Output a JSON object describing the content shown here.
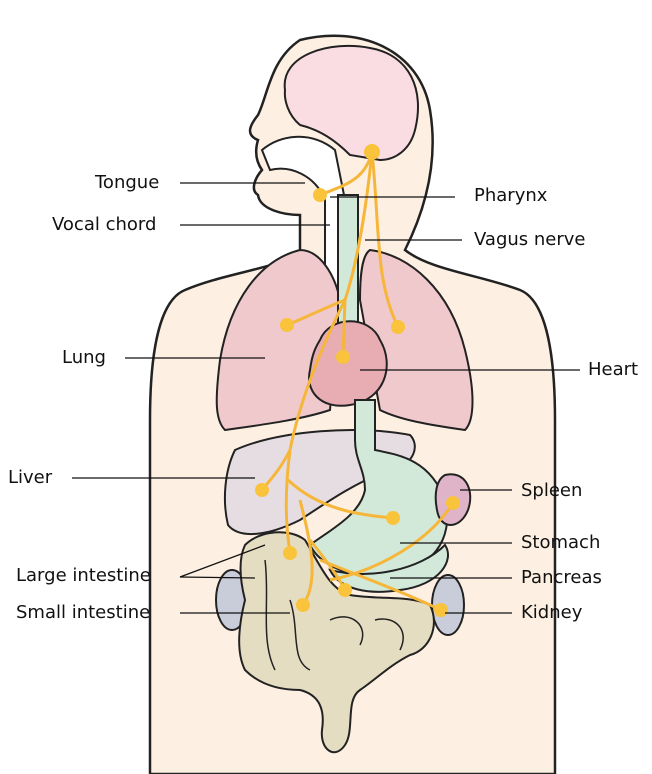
{
  "labels": {
    "tongue": "Tongue",
    "vocal_chord": "Vocal chord",
    "lung": "Lung",
    "liver": "Liver",
    "large_intestine": "Large intestine",
    "small_intestine": "Small intestine",
    "pharynx": "Pharynx",
    "vagus_nerve": "Vagus nerve",
    "heart": "Heart",
    "spleen": "Spleen",
    "stomach": "Stomach",
    "pancreas": "Pancreas",
    "kidney": "Kidney"
  },
  "colors": {
    "skin": "#fdf0e2",
    "brain": "#f9dde3",
    "lung": "#f0c9cd",
    "heart": "#e8adb3",
    "liver": "#e6dde2",
    "stomach": "#d2e9da",
    "spleen": "#dfb4c9",
    "kidney": "#c9cdd9",
    "intestine": "#e5ddc2",
    "nerve": "#f6b63a"
  }
}
